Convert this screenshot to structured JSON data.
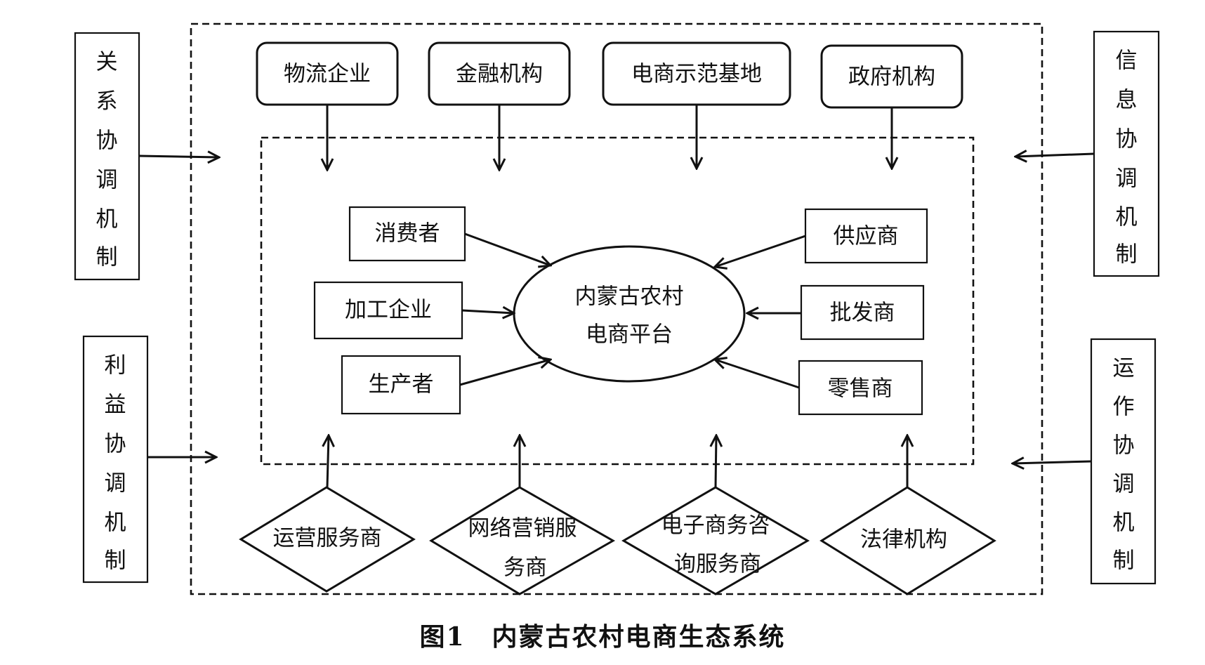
{
  "top_institutions": [
    "物流企业",
    "金融机构",
    "电商示范基地",
    "政府机构"
  ],
  "left_participants": [
    "消费者",
    "加工企业",
    "生产者"
  ],
  "right_participants": [
    "供应商",
    "批发商",
    "零售商"
  ],
  "center": {
    "line1": "内蒙古农村",
    "line2": "电商平台"
  },
  "service_providers": [
    {
      "line1": "运营服务商",
      "line2": ""
    },
    {
      "line1": "网络营销服",
      "line2": "务商"
    },
    {
      "line1": "电子商务咨",
      "line2": "询服务商"
    },
    {
      "line1": "法律机构",
      "line2": ""
    }
  ],
  "mechanisms": {
    "top_left": [
      "关",
      "系",
      "协",
      "调",
      "机",
      "制"
    ],
    "bottom_left": [
      "利",
      "益",
      "协",
      "调",
      "机",
      "制"
    ],
    "top_right": [
      "信",
      "息",
      "协",
      "调",
      "机",
      "制"
    ],
    "bottom_right": [
      "运",
      "作",
      "协",
      "调",
      "机",
      "制"
    ]
  },
  "caption": "图1　内蒙古农村电商生态系统"
}
